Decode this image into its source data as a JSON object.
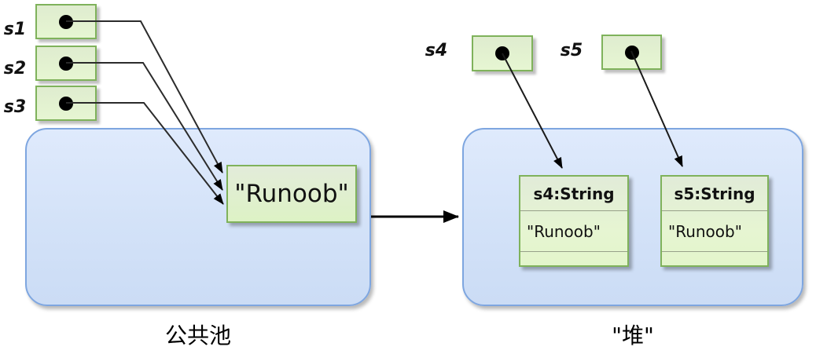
{
  "references": {
    "s1": "s1",
    "s2": "s2",
    "s3": "s3",
    "s4": "s4",
    "s5": "s5"
  },
  "pool": {
    "caption": "公共池",
    "literal": "\"Runoob\""
  },
  "heap": {
    "caption": "\"堆\"",
    "objects": [
      {
        "title": "s4:String",
        "value": "\"Runoob\""
      },
      {
        "title": "s5:String",
        "value": "\"Runoob\""
      }
    ]
  },
  "icons": {
    "pointer_dot": "filled-black-circle",
    "arrow": "black-arrowhead"
  },
  "colors": {
    "node_border": "#7fb25b",
    "node_fill_top": "#e1ebd8",
    "node_fill_bottom": "#e3f5cb",
    "container_border": "#7ea6e0",
    "container_fill_top": "#dfeafc",
    "container_fill_bottom": "#cbdcf5",
    "arrow": "#000000",
    "text": "#111111"
  }
}
